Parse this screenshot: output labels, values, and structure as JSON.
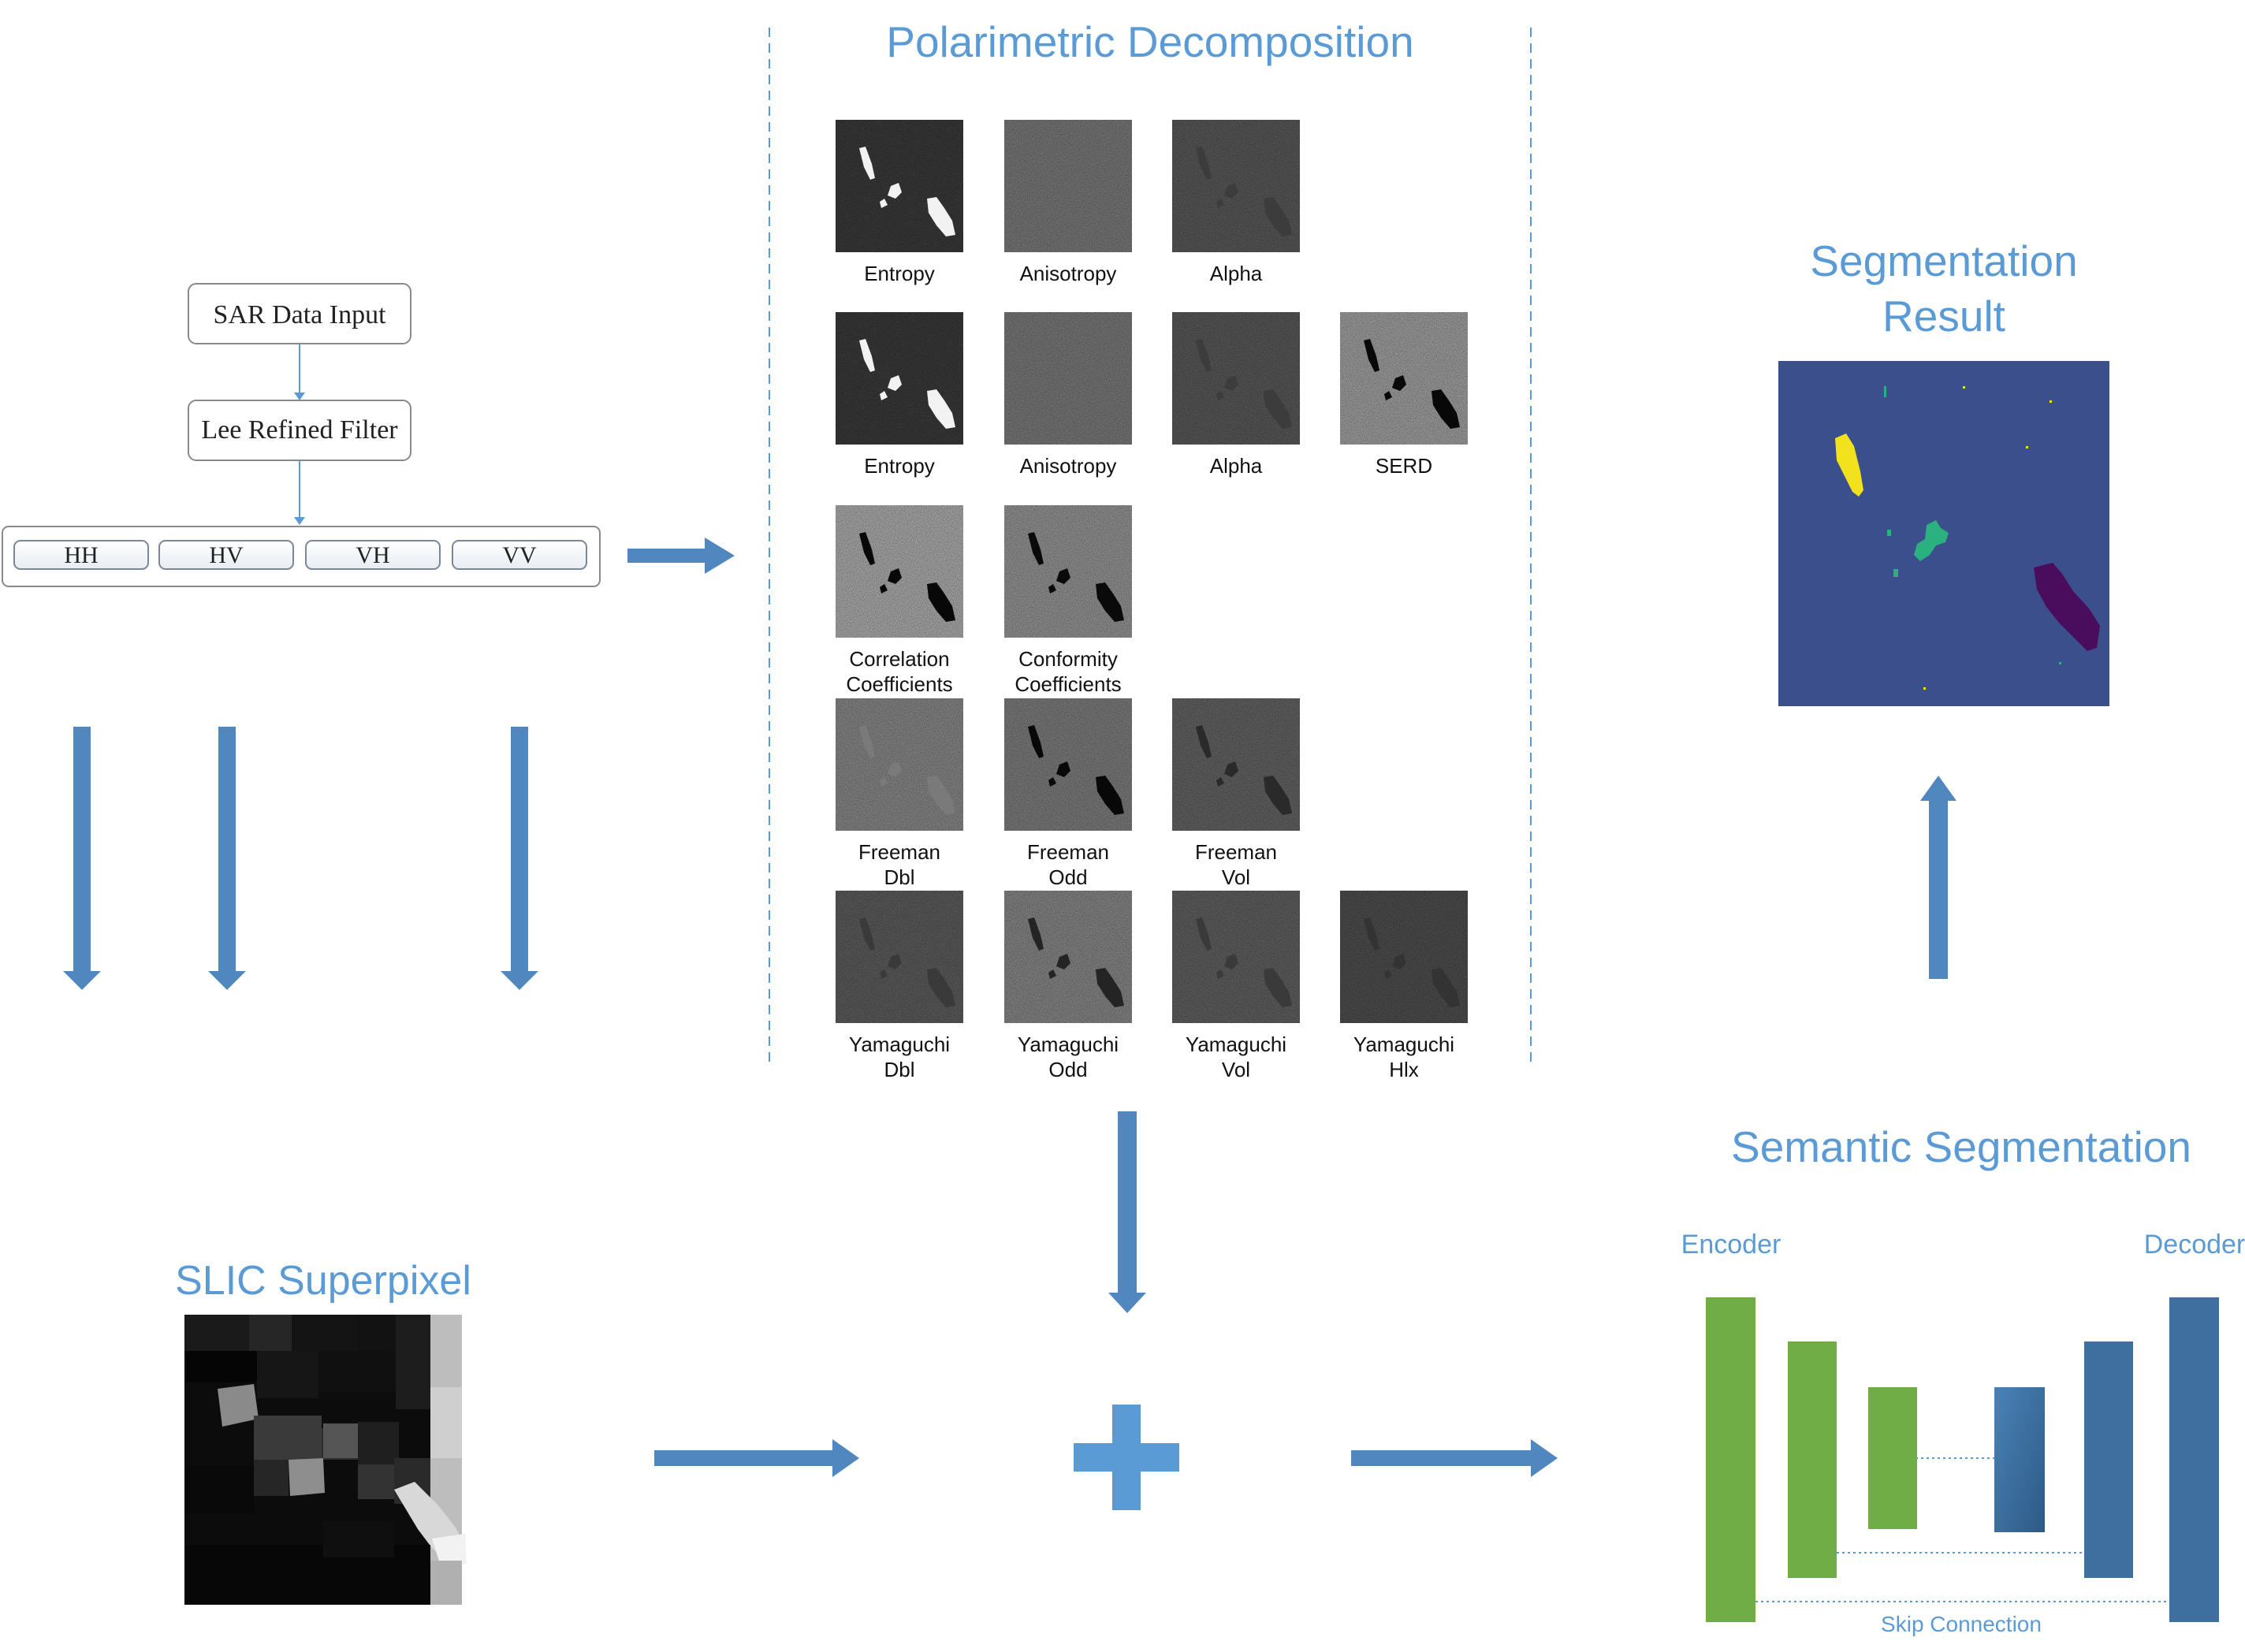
{
  "colors": {
    "accent_text": "#5b9bd5",
    "arrow": "#4f87be",
    "plus": "#5b9bd5",
    "encoder": "#70ad47",
    "decoder": "#3f6f9e",
    "seg_background": "#3b4f8c",
    "seg_yellow": "#f2e21e",
    "seg_teal": "#2bb07f",
    "seg_purple": "#4a0c5c"
  },
  "pipeline": {
    "input_label": "SAR Data Input",
    "filter_label": "Lee Refined Filter",
    "channels": [
      "HH",
      "HV",
      "VH",
      "VV"
    ]
  },
  "polarimetric": {
    "title": "Polarimetric Decomposition",
    "rows": [
      [
        {
          "l1": "Entropy",
          "l2": "",
          "style": "entropy"
        },
        {
          "l1": "Anisotropy",
          "l2": "",
          "style": "aniso"
        },
        {
          "l1": "Alpha",
          "l2": "",
          "style": "alpha"
        }
      ],
      [
        {
          "l1": "Entropy",
          "l2": "",
          "style": "entropy"
        },
        {
          "l1": "Anisotropy",
          "l2": "",
          "style": "aniso"
        },
        {
          "l1": "Alpha",
          "l2": "",
          "style": "alpha"
        },
        {
          "l1": "SERD",
          "l2": "",
          "style": "serd"
        }
      ],
      [
        {
          "l1": "Correlation",
          "l2": "Coefficients",
          "style": "corr"
        },
        {
          "l1": "Conformity",
          "l2": "Coefficients",
          "style": "conf"
        }
      ],
      [
        {
          "l1": "Freeman",
          "l2": "Dbl",
          "style": "fdbl"
        },
        {
          "l1": "Freeman",
          "l2": "Odd",
          "style": "fodd"
        },
        {
          "l1": "Freeman",
          "l2": "Vol",
          "style": "fvol"
        }
      ],
      [
        {
          "l1": "Yamaguchi",
          "l2": "Dbl",
          "style": "ydbl"
        },
        {
          "l1": "Yamaguchi",
          "l2": "Odd",
          "style": "yodd"
        },
        {
          "l1": "Yamaguchi",
          "l2": "Vol",
          "style": "yvol"
        },
        {
          "l1": "Yamaguchi",
          "l2": "Hlx",
          "style": "yhlx"
        }
      ]
    ]
  },
  "segmentation_result": {
    "title_line1": "Segmentation",
    "title_line2": "Result"
  },
  "slic": {
    "title": "SLIC Superpixel"
  },
  "semantic": {
    "title": "Semantic Segmentation",
    "encoder_label": "Encoder",
    "decoder_label": "Decoder",
    "skip_label": "Skip Connection"
  }
}
